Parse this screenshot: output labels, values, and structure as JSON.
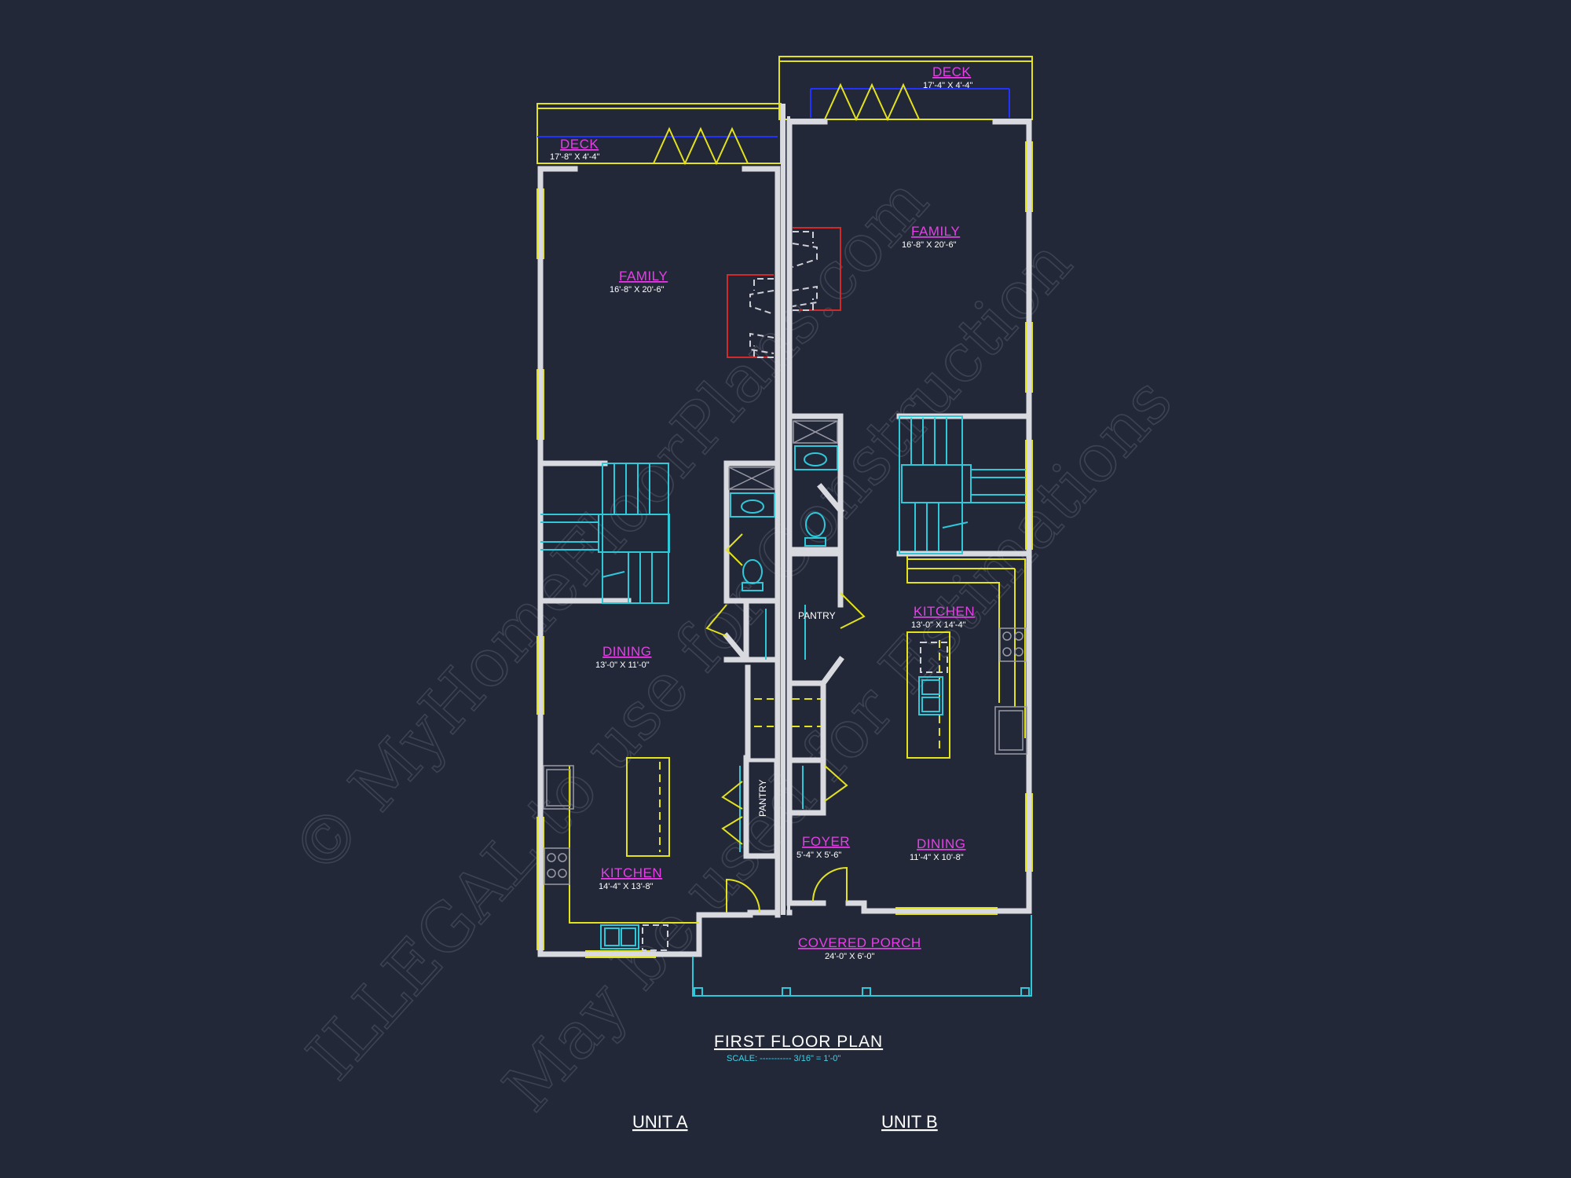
{
  "watermark": {
    "line1": "© MyHomeFloorPlans.com",
    "line2": "ILLEGAL to use for Construction",
    "line3": "May be used for Estimations"
  },
  "unit_a": {
    "deck": {
      "name": "DECK",
      "dim": "17'-8\" X 4'-4\""
    },
    "family": {
      "name": "FAMILY",
      "dim": "16'-8\" X 20'-6\""
    },
    "dining": {
      "name": "DINING",
      "dim": "13'-0\" X 11'-0\""
    },
    "kitchen": {
      "name": "KITCHEN",
      "dim": "14'-4\" X 13'-8\""
    },
    "pantry": "PANTRY"
  },
  "unit_b": {
    "deck": {
      "name": "DECK",
      "dim": "17'-4\" X 4'-4\""
    },
    "family": {
      "name": "FAMILY",
      "dim": "16'-8\" X 20'-6\""
    },
    "kitchen": {
      "name": "KITCHEN",
      "dim": "13'-0\" X 14'-4\""
    },
    "dining": {
      "name": "DINING",
      "dim": "11'-4\" X 10'-8\""
    },
    "foyer": {
      "name": "FOYER",
      "dim": "5'-4\" X 5'-6\""
    },
    "pantry": "PANTRY"
  },
  "porch": {
    "name": "COVERED PORCH",
    "dim": "24'-0\" X 6'-0\""
  },
  "plan_title": "FIRST FLOOR PLAN",
  "scale": "SCALE: ----------- 3/16\" = 1'-0\"",
  "units": {
    "a": "UNIT A",
    "b": "UNIT B"
  },
  "colors": {
    "background": "#232839",
    "walls": "#d9d9e0",
    "room_labels": "#e83ee8",
    "fixtures": "#2fc8d8",
    "windows": "#e3e21c"
  }
}
